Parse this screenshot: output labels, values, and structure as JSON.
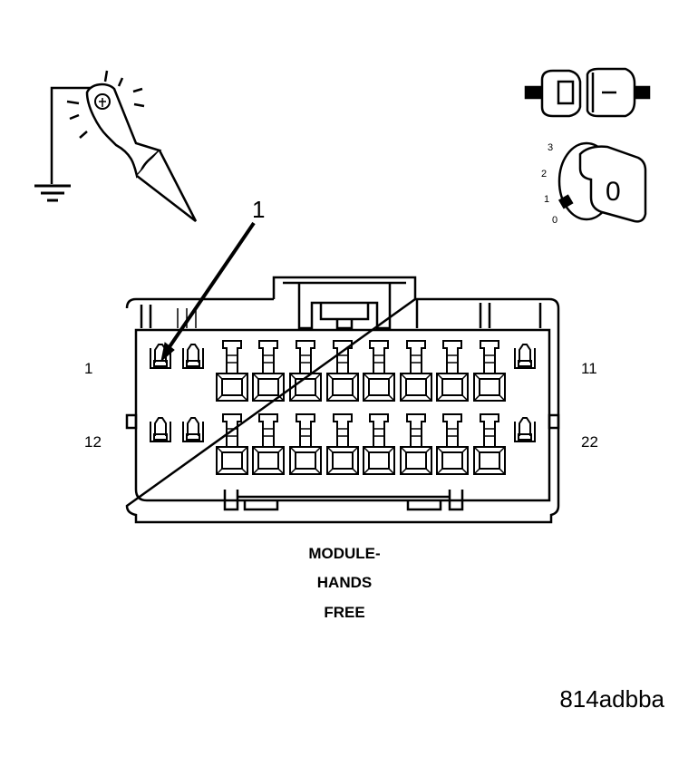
{
  "callout": "1",
  "pins": {
    "top_left": "1",
    "top_right": "11",
    "bottom_left": "12",
    "bottom_right": "22"
  },
  "caption": [
    "MODULE-",
    "HANDS",
    "FREE"
  ],
  "figure_id": "814adbba",
  "ignition_positions": [
    "3",
    "2",
    "1",
    "0"
  ],
  "key_symbol": "0",
  "icons": [
    "ground-probe-icon",
    "connector-plug-icon",
    "ignition-key-icon"
  ]
}
